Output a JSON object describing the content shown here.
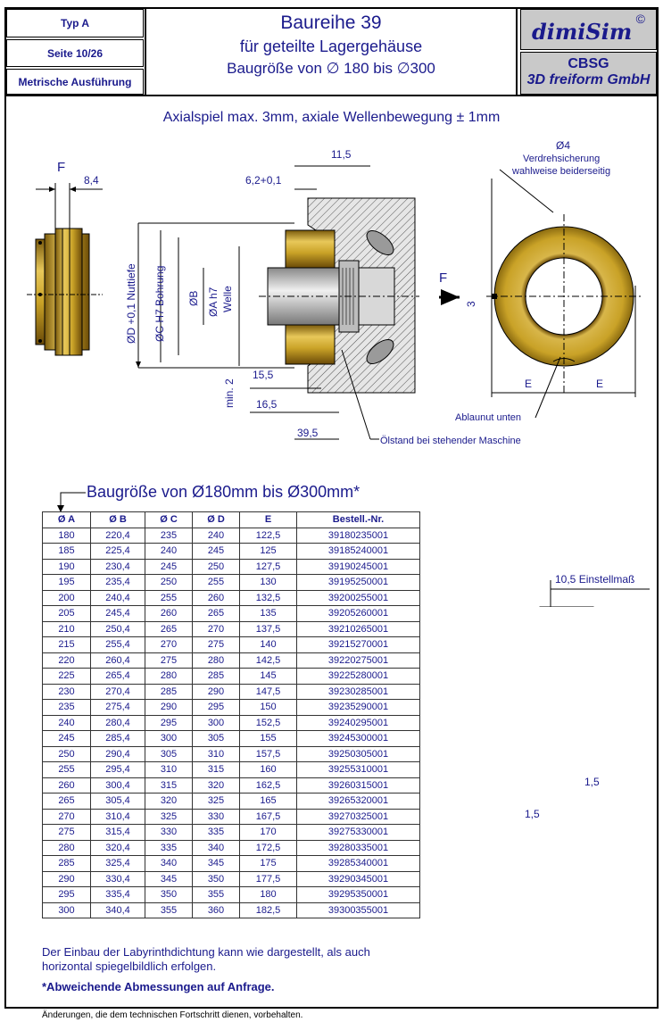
{
  "header": {
    "type_label": "Typ A",
    "page_label": "Seite 10/26",
    "variant_label": "Metrische Ausführung",
    "title": "Baureihe 39",
    "subtitle_1": "für geteilte Lagergehäuse",
    "subtitle_2": "Baugröße von ∅ 180 bis ∅300",
    "logo_brand": "dimiSim",
    "logo_copyright": "©",
    "logo_company_1": "CBSG",
    "logo_company_2": "3D freiform GmbH"
  },
  "drawing": {
    "axial_note": "Axialspiel max. 3mm, axiale Wellenbewegung ± 1mm",
    "left_view": {
      "force_label": "F",
      "dim_width": "8,4"
    },
    "section": {
      "dim_11_5": "11,5",
      "dim_6_2": "6,2+0,1",
      "dim_15_5": "15,5",
      "dim_16_5": "16,5",
      "dim_39_5": "39,5",
      "dim_min2": "min. 2",
      "label_D": "ØD +0,1 Nuttiefe",
      "label_C": "ØC H7 Bohrung",
      "label_B": "ØB",
      "label_A1": "ØA h7",
      "label_A2": "Welle",
      "oil_level": "Ölstand bei stehender Maschine",
      "force_label": "F",
      "dim_3": "3"
    },
    "front_view": {
      "pin_dia": "Ø4",
      "pin_note_1": "Verdrehsicherung",
      "pin_note_2": "wahlweise beiderseitig",
      "dim_E_left": "E",
      "dim_E_right": "E",
      "drain_label": "Ablaunut unten"
    },
    "detail_view": {
      "setting": "10,5 Einstellmaß",
      "dim_1_5_a": "1,5",
      "dim_1_5_b": "1,5"
    }
  },
  "table": {
    "title": "Baugröße von Ø180mm bis Ø300mm*",
    "headers": [
      "Ø A",
      "Ø B",
      "Ø C",
      "Ø D",
      "E",
      "Bestell.-Nr."
    ],
    "rows": [
      [
        "180",
        "220,4",
        "235",
        "240",
        "122,5",
        "39180235001"
      ],
      [
        "185",
        "225,4",
        "240",
        "245",
        "125",
        "39185240001"
      ],
      [
        "190",
        "230,4",
        "245",
        "250",
        "127,5",
        "39190245001"
      ],
      [
        "195",
        "235,4",
        "250",
        "255",
        "130",
        "39195250001"
      ],
      [
        "200",
        "240,4",
        "255",
        "260",
        "132,5",
        "39200255001"
      ],
      [
        "205",
        "245,4",
        "260",
        "265",
        "135",
        "39205260001"
      ],
      [
        "210",
        "250,4",
        "265",
        "270",
        "137,5",
        "39210265001"
      ],
      [
        "215",
        "255,4",
        "270",
        "275",
        "140",
        "39215270001"
      ],
      [
        "220",
        "260,4",
        "275",
        "280",
        "142,5",
        "39220275001"
      ],
      [
        "225",
        "265,4",
        "280",
        "285",
        "145",
        "39225280001"
      ],
      [
        "230",
        "270,4",
        "285",
        "290",
        "147,5",
        "39230285001"
      ],
      [
        "235",
        "275,4",
        "290",
        "295",
        "150",
        "39235290001"
      ],
      [
        "240",
        "280,4",
        "295",
        "300",
        "152,5",
        "39240295001"
      ],
      [
        "245",
        "285,4",
        "300",
        "305",
        "155",
        "39245300001"
      ],
      [
        "250",
        "290,4",
        "305",
        "310",
        "157,5",
        "39250305001"
      ],
      [
        "255",
        "295,4",
        "310",
        "315",
        "160",
        "39255310001"
      ],
      [
        "260",
        "300,4",
        "315",
        "320",
        "162,5",
        "39260315001"
      ],
      [
        "265",
        "305,4",
        "320",
        "325",
        "165",
        "39265320001"
      ],
      [
        "270",
        "310,4",
        "325",
        "330",
        "167,5",
        "39270325001"
      ],
      [
        "275",
        "315,4",
        "330",
        "335",
        "170",
        "39275330001"
      ],
      [
        "280",
        "320,4",
        "335",
        "340",
        "172,5",
        "39280335001"
      ],
      [
        "285",
        "325,4",
        "340",
        "345",
        "175",
        "39285340001"
      ],
      [
        "290",
        "330,4",
        "345",
        "350",
        "177,5",
        "39290345001"
      ],
      [
        "295",
        "335,4",
        "350",
        "355",
        "180",
        "39295350001"
      ],
      [
        "300",
        "340,4",
        "355",
        "360",
        "182,5",
        "39300355001"
      ]
    ]
  },
  "notes": {
    "install_1": "Der Einbau der Labyrinthdichtung kann wie dargestellt, als auch",
    "install_2": "horizontal spiegelbildlich erfolgen.",
    "deviation": "*Abweichende Abmessungen auf Anfrage.",
    "footer": "Änderungen, die dem technischen Fortschritt dienen, vorbehalten."
  },
  "colors": {
    "ink": "#1a1a8c",
    "brass": "#c9a227",
    "brass_dark": "#8a6a10",
    "shaft": "#c8c8c8"
  }
}
